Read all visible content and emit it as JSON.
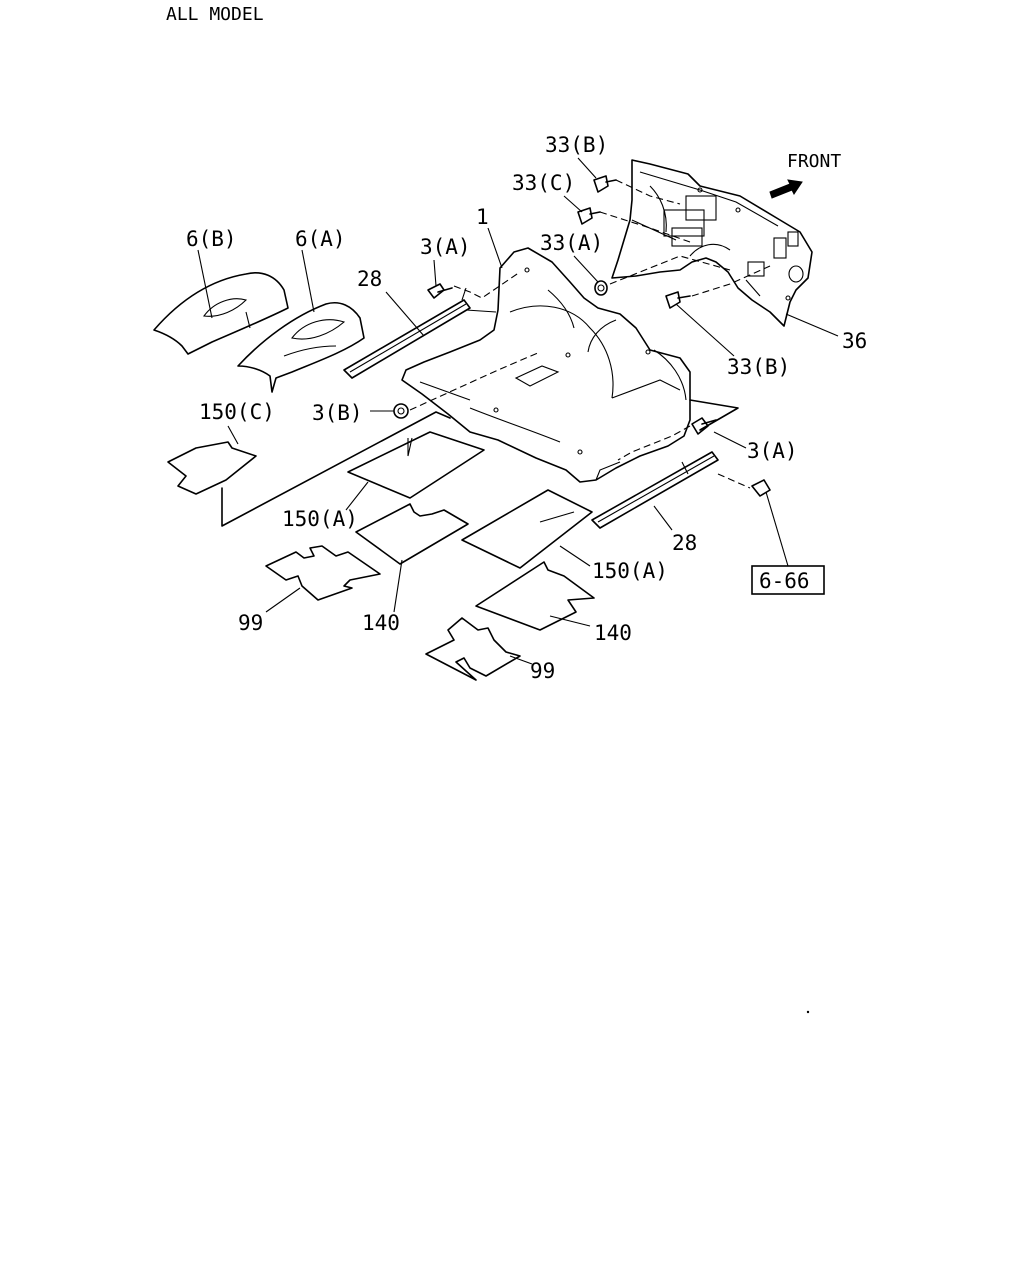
{
  "header": {
    "model_text": "ALL MODEL"
  },
  "orientation": {
    "front_text": "FRONT",
    "front_arrow_icon": "front-arrow-icon"
  },
  "callouts": {
    "c6b": "6(B)",
    "c6a": "6(A)",
    "c28_top": "28",
    "c3a_top": "3(A)",
    "c1": "1",
    "c33b_top": "33(B)",
    "c33c": "33(C)",
    "c33a": "33(A)",
    "c36": "36",
    "c33b_bottom": "33(B)",
    "c3b": "3(B)",
    "c150c": "150(C)",
    "c3a_bottom": "3(A)",
    "c150a_left": "150(A)",
    "c28_bottom": "28",
    "c150a_right": "150(A)",
    "c99_left": "99",
    "c140_left": "140",
    "c140_right": "140",
    "c99_right": "99",
    "ref_box": "6-66"
  }
}
